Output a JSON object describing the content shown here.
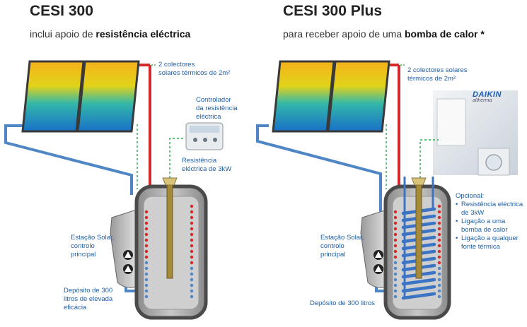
{
  "left": {
    "title": "CESI 300",
    "subtitle_pre": "inclui apoio de ",
    "subtitle_bold": "resistência eléctrica",
    "collectors_label": [
      "2 colectores",
      "solares térmicos de 2m²"
    ],
    "controller_label": [
      "Controlador",
      "da resistência",
      "eléctrica"
    ],
    "resistance_label": [
      "Resistência",
      "eléctrica de 3kW"
    ],
    "station_label": [
      "Estação Solar,",
      "controlo",
      "principal"
    ],
    "tank_label": [
      "Depósito de 300",
      "litros de elevada",
      "eficácia"
    ]
  },
  "right": {
    "title": "CESI 300 Plus",
    "subtitle_pre": "para receber apoio de uma ",
    "subtitle_bold": "bomba de calor *",
    "collectors_label": [
      "2 colectores solares",
      "térmicos de 2m²"
    ],
    "brand": "DAIKIN",
    "brand_sub": "altherma",
    "station_label": [
      "Estação Solar,",
      "controlo",
      "principal"
    ],
    "tank_label": "Depósito de 300 litros",
    "options_title": "Opcional:",
    "options": [
      "Resistência eléctrica de 3kW",
      "Ligação a uma bomba de calor",
      "Ligação a qualquer fonte térmica"
    ]
  },
  "colors": {
    "hot_pipe": "#d62a2a",
    "cold_pipe": "#4f86c6",
    "label_blue": "#1f5fa8",
    "control_wire": "#2aa84a",
    "tank_shell": "#555555"
  }
}
